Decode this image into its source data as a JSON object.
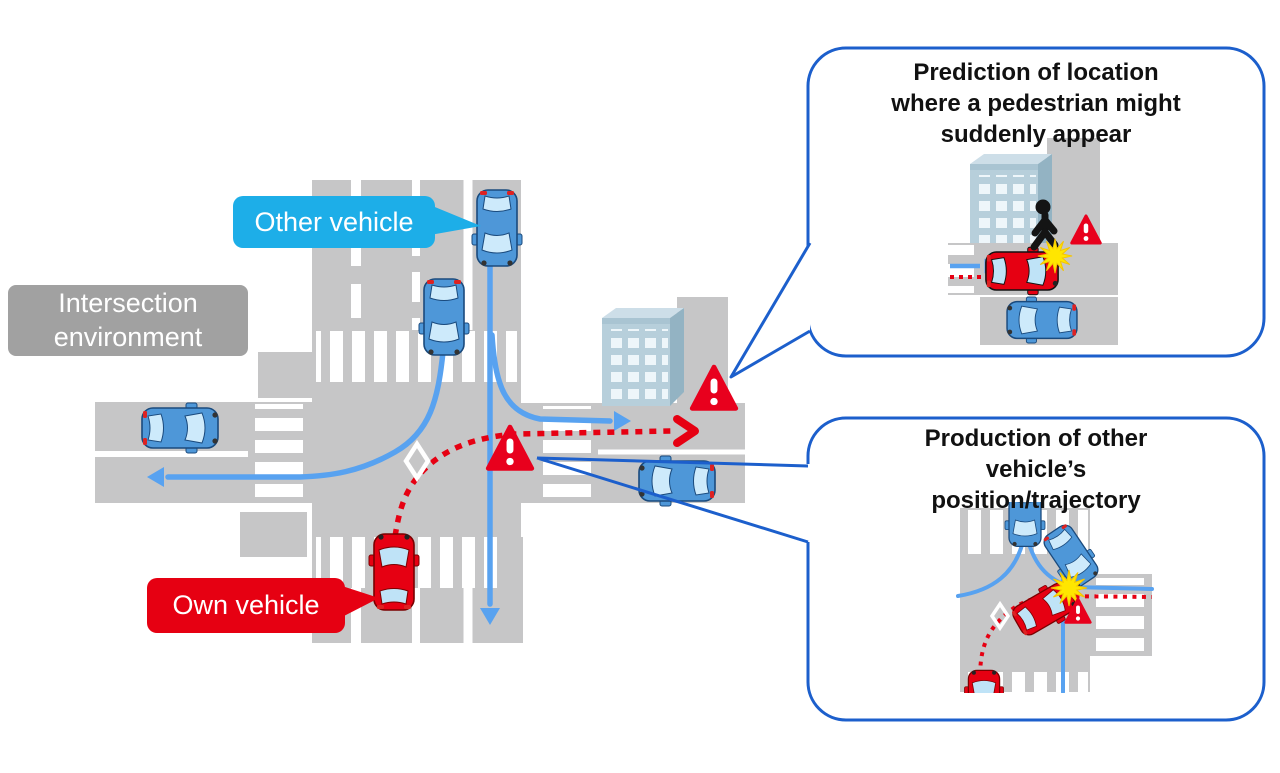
{
  "labels": {
    "other_vehicle": "Other vehicle",
    "environment": "Intersection\nenvironment",
    "own_vehicle": "Own vehicle"
  },
  "callouts": [
    {
      "title": "Prediction of location\nwhere a pedestrian might\nsuddenly appear"
    },
    {
      "title": "Production of other\nvehicle’s\nposition/trajectory"
    }
  ],
  "colors": {
    "road_gray": "#c6c6c7",
    "label_gray": "#a1a1a1",
    "speech_blue": "#1daee8",
    "alert_red": "#e60012",
    "trajectory_blue": "#58a2f0",
    "callout_border_blue": "#1c5fcc",
    "car_blue": "#4e97d8",
    "car_window_blue": "#cdeafb",
    "collision_yellow": "#ffe600",
    "building_wall": "#b7cfdb"
  },
  "icons": [
    "car-top-view-icon",
    "building-icon",
    "pedestrian-icon",
    "warning-triangle-icon",
    "collision-starburst-icon",
    "diamond-road-marking-icon",
    "trajectory-arrow-icon",
    "crosswalk-icon"
  ]
}
